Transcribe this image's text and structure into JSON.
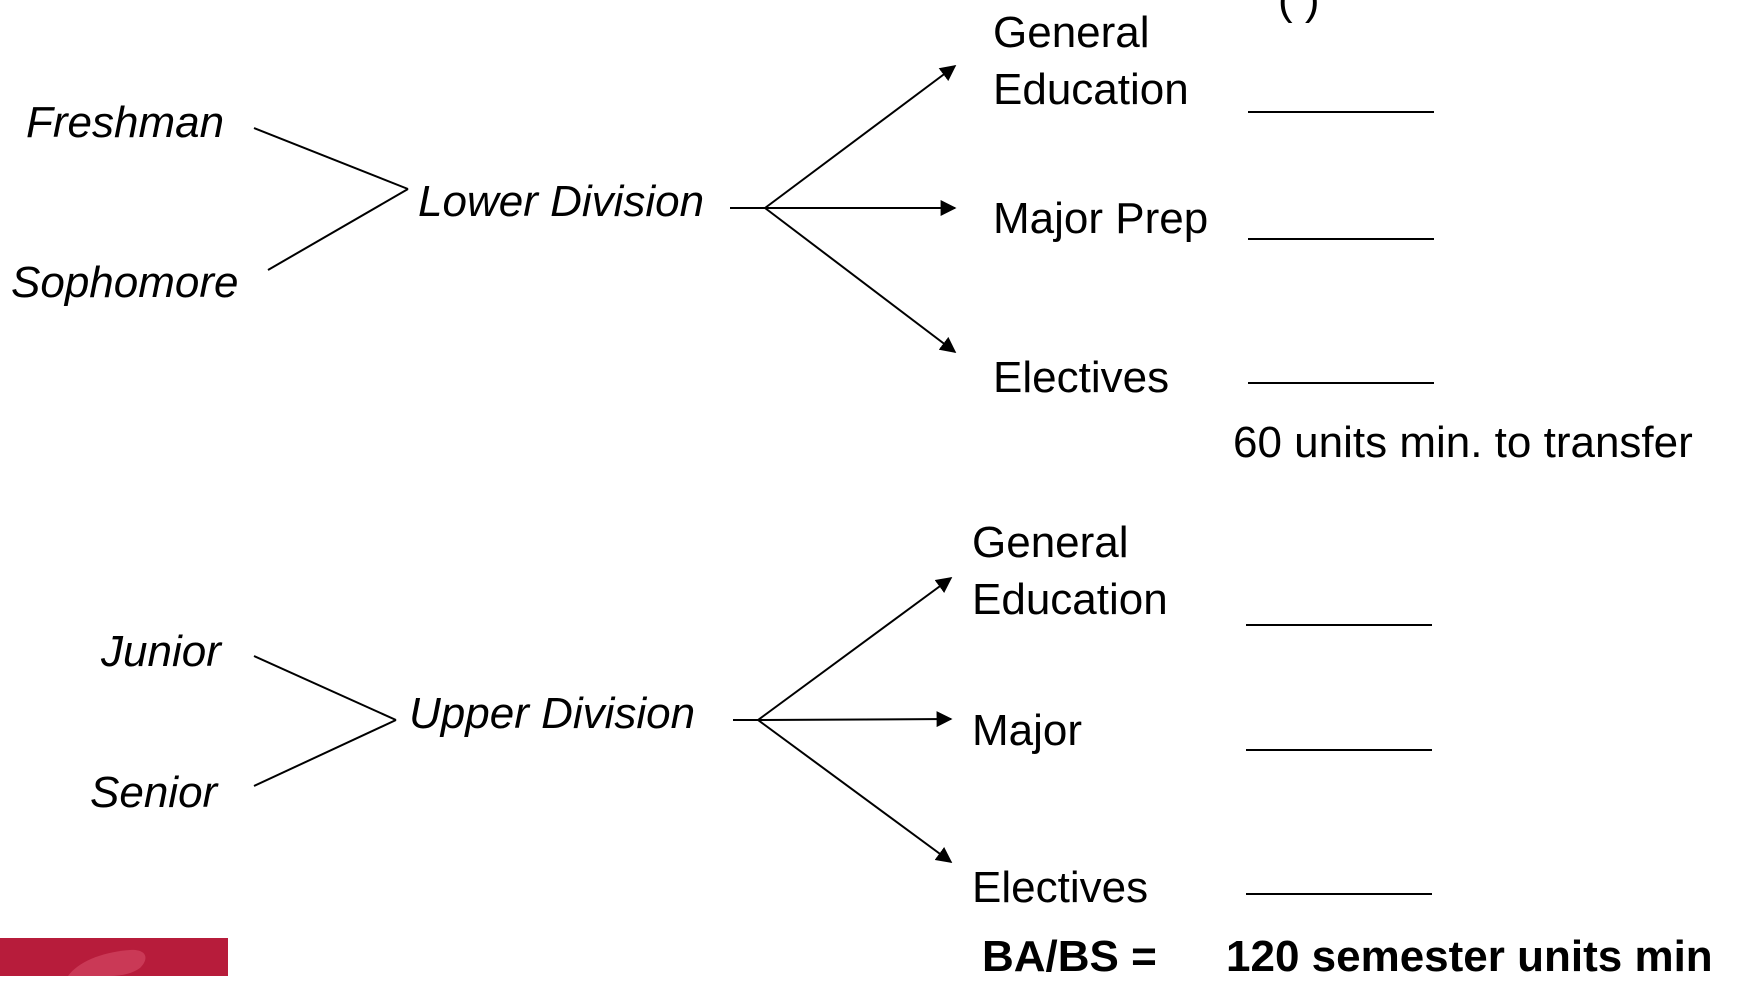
{
  "top": {
    "left_labels": [
      "Freshman",
      "Sophomore"
    ],
    "division": "Lower Division",
    "branches": [
      "General\nEducation",
      "Major Prep",
      "Electives"
    ],
    "transfer_note": "60 units min. to transfer",
    "clipped_top_text": "(        )"
  },
  "bottom": {
    "left_labels": [
      "Junior",
      "Senior"
    ],
    "division": "Upper Division",
    "branches": [
      "General\nEducation",
      "Major",
      "Electives"
    ],
    "total_label": "BA/BS =",
    "total_value": "120 semester  units min"
  },
  "colors": {
    "logo": "#b71c3b",
    "logo_accent": "#d44a66"
  }
}
